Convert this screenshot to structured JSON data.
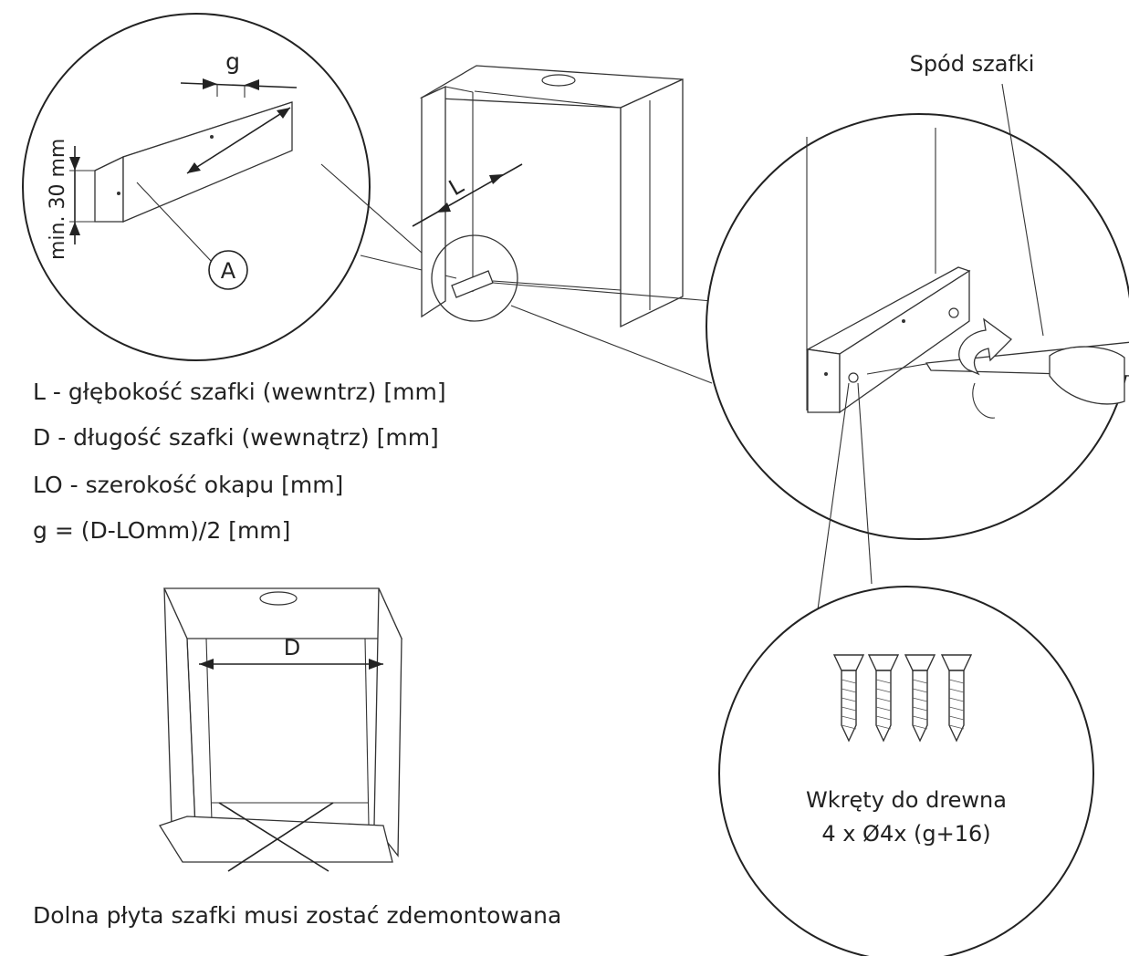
{
  "labels": {
    "g": "g",
    "min_height": "min. 30 mm",
    "a": "A",
    "l": "L",
    "d": "D",
    "cabinet_bottom": "Spód szafki",
    "screws_title": "Wkręty do drewna",
    "screws_spec": "4 x Ø4x (g+16)"
  },
  "legend": [
    "L - głębokość szafki (wewntrz) [mm]",
    "D - długość szafki (wewnątrz) [mm]",
    "LO - szerokość okapu [mm]",
    "g = (D-LOmm)/2 [mm]"
  ],
  "caption": "Dolna płyta szafki musi zostać zdemontowana"
}
